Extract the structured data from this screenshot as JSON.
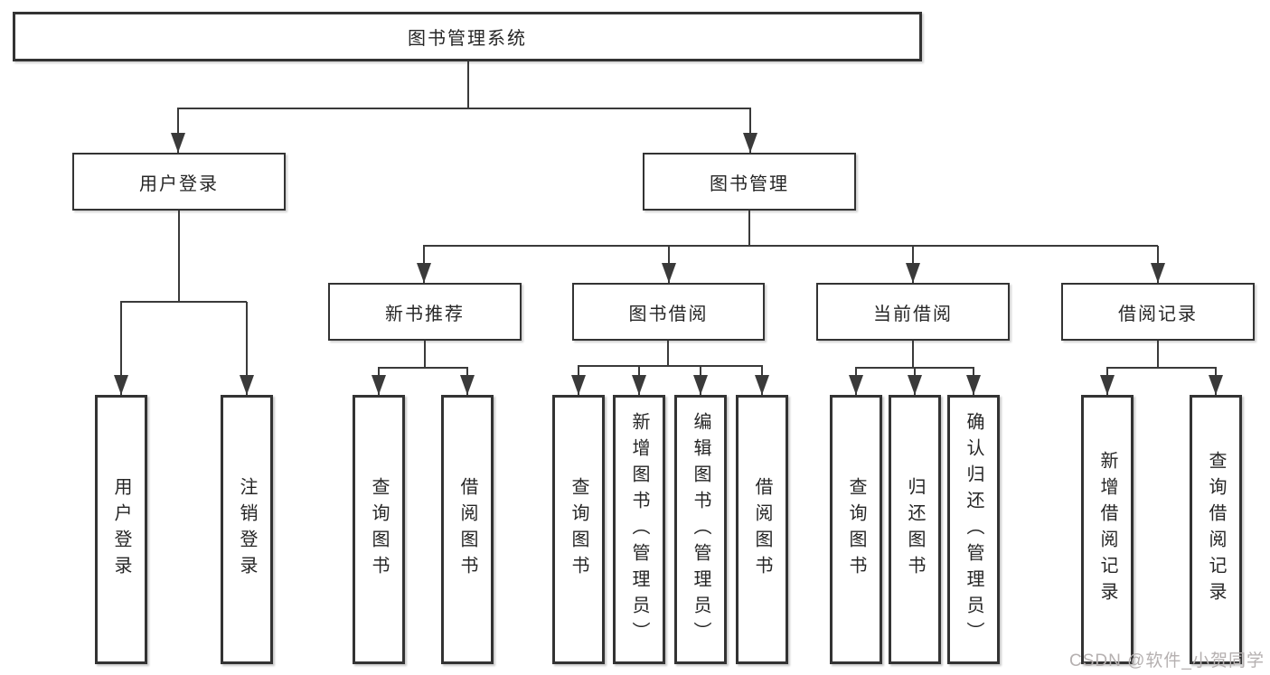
{
  "diagram": {
    "title": "图书管理系统",
    "root": {
      "label": "图书管理系统"
    },
    "branches": [
      {
        "label": "用户登录",
        "children": [
          {
            "label": "用户登录"
          },
          {
            "label": "注销登录"
          }
        ]
      },
      {
        "label": "图书管理",
        "children": [
          {
            "label": "新书推荐",
            "children": [
              {
                "label": "查询图书"
              },
              {
                "label": "借阅图书"
              }
            ]
          },
          {
            "label": "图书借阅",
            "children": [
              {
                "label": "查询图书"
              },
              {
                "label": "新增图书（管理员）"
              },
              {
                "label": "编辑图书（管理员）"
              },
              {
                "label": "借阅图书"
              }
            ]
          },
          {
            "label": "当前借阅",
            "children": [
              {
                "label": "查询图书"
              },
              {
                "label": "归还图书"
              },
              {
                "label": "确认归还（管理员）"
              }
            ]
          },
          {
            "label": "借阅记录",
            "children": [
              {
                "label": "新增借阅记录"
              },
              {
                "label": "查询借阅记录"
              }
            ]
          }
        ]
      }
    ]
  },
  "watermark": {
    "text": "CSDN @软件_小贺同学",
    "color": "#b5b0b0"
  },
  "colors": {
    "line": "#3a3a3a",
    "box_border": "#333333",
    "box_fill": "#ffffff",
    "text": "#262626",
    "background": "#ffffff"
  }
}
